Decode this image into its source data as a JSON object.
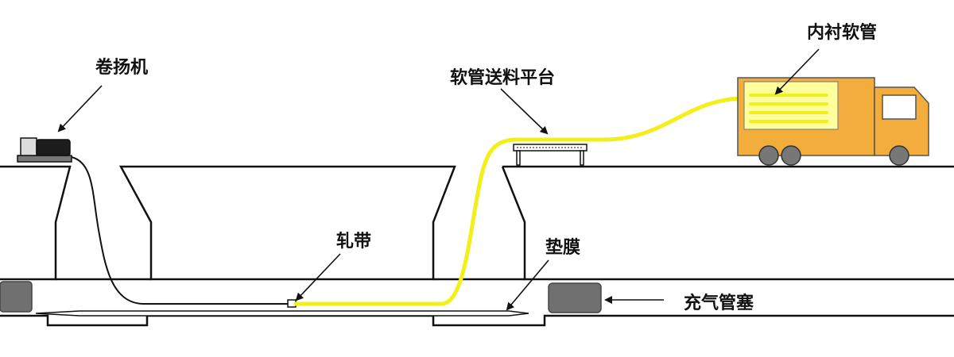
{
  "labels": {
    "winch": "卷扬机",
    "feed_platform": "软管送料平台",
    "liner_hose": "内衬软管",
    "strap": "轧带",
    "pad_film": "垫膜",
    "air_plug": "充气管塞"
  },
  "colors": {
    "line": "#111111",
    "hose": "#f2ef1a",
    "truck_body": "#f3ad3d",
    "truck_edge": "#555555",
    "plug": "#707070",
    "winch_body": "#1c1c1c",
    "ground_fill": "#ffffff"
  },
  "icons": {
    "winch": "winch-icon",
    "truck": "truck-icon",
    "plug": "air-plug-icon",
    "platform": "platform-icon"
  }
}
